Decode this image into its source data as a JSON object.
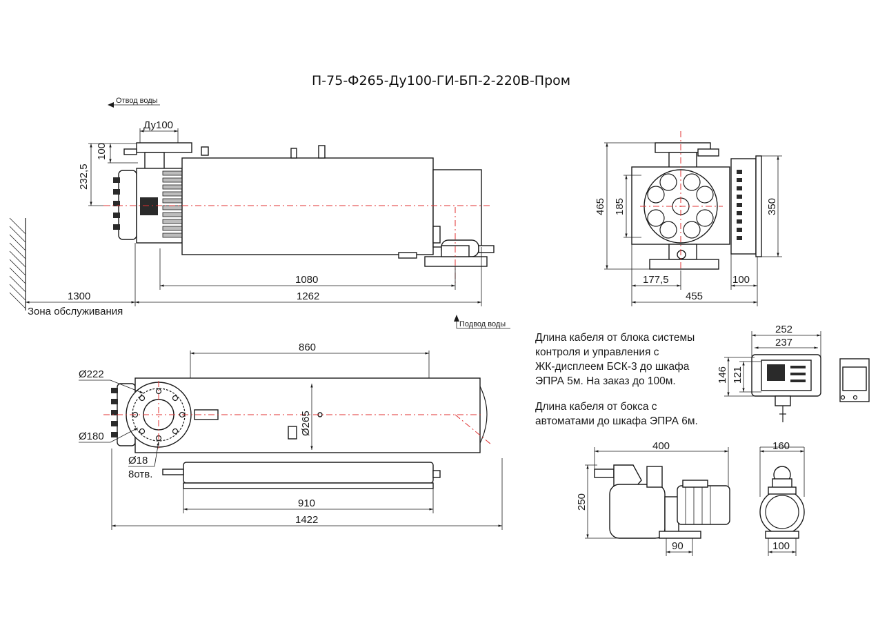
{
  "title": "П-75-Ф265-Ду100-ГИ-БП-2-220В-Пром",
  "flow": {
    "outlet": "Отвод воды",
    "inlet": "Подвод воды"
  },
  "service_zone": "Зона обслуживания",
  "side_view": {
    "dn": "Ду100",
    "d100": "100",
    "d232": "232,5",
    "d1080": "1080",
    "d1262": "1262",
    "d1300": "1300"
  },
  "end_view": {
    "d465": "465",
    "d185": "185",
    "d350": "350",
    "d177": "177,5",
    "d100": "100",
    "d455": "455"
  },
  "top_view": {
    "d860": "860",
    "d222": "Ø222",
    "d265": "Ø265",
    "d180": "Ø180",
    "d18": "Ø18",
    "holes": "8отв.",
    "d910": "910",
    "d1422": "1422"
  },
  "notes": {
    "cable1": [
      "Длина кабеля от блока системы",
      "контроля и управления с",
      "ЖК-дисплеем БСК-3 до шкафа",
      "ЭПРА 5м. На заказ до 100м."
    ],
    "cable2": [
      "Длина кабеля от бокса с",
      "автоматами до шкафа ЭПРА 6м."
    ]
  },
  "control_box": {
    "d252": "252",
    "d237": "237",
    "d146": "146",
    "d121": "121"
  },
  "pump": {
    "d400": "400",
    "d250": "250",
    "d90": "90",
    "d160": "160",
    "d100": "100"
  }
}
